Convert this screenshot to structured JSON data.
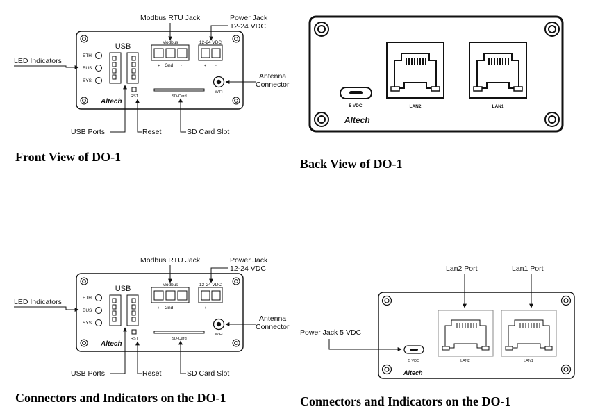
{
  "front_top": {
    "labels": {
      "modbus_jack": "Modbus RTU Jack",
      "power_jack_1": "Power Jack",
      "power_jack_2": "12-24 VDC",
      "led_indicators": "LED Indicators",
      "antenna_1": "Antenna",
      "antenna_2": "Connector",
      "usb_ports": "USB Ports",
      "reset": "Reset",
      "sd_slot": "SD Card Slot"
    },
    "device": {
      "led_eth": "ETH",
      "led_bus": "BUS",
      "led_sys": "SYS",
      "usb": "USB",
      "modbus": "Modbus",
      "power": "12-24 VDC",
      "gnd": "Gnd",
      "plus": "+",
      "minus": "-",
      "rst": "RST",
      "sd": "SD-Card",
      "wifi": "WiFi",
      "brand": "Altech"
    },
    "caption": "Front View of DO-1"
  },
  "back_top": {
    "device": {
      "five_vdc": "5 VDC",
      "lan2": "LAN2",
      "lan1": "LAN1",
      "brand": "Altech"
    },
    "caption": "Back View of DO-1"
  },
  "front_bottom": {
    "caption": "Connectors and Indicators on the DO-1"
  },
  "back_bottom": {
    "labels": {
      "lan2_port": "Lan2 Port",
      "lan1_port": "Lan1 Port",
      "power_jack": "Power Jack 5 VDC"
    },
    "device": {
      "five_vdc": "5 VDC",
      "lan2": "LAN2",
      "lan1": "LAN1",
      "brand": "Altech"
    },
    "caption": "Connectors and Indicators on the DO-1"
  }
}
